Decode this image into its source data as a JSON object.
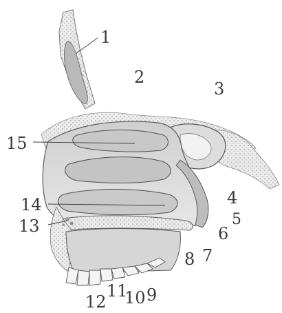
{
  "figure": {
    "labels": [
      {
        "id": "n1",
        "text": "1"
      },
      {
        "id": "n2",
        "text": "2"
      },
      {
        "id": "n3",
        "text": "3"
      },
      {
        "id": "n4",
        "text": "4"
      },
      {
        "id": "n5",
        "text": "5"
      },
      {
        "id": "n6",
        "text": "6"
      },
      {
        "id": "n7",
        "text": "7"
      },
      {
        "id": "n8",
        "text": "8"
      },
      {
        "id": "n9",
        "text": "9"
      },
      {
        "id": "n10",
        "text": "10"
      },
      {
        "id": "n11",
        "text": "11"
      },
      {
        "id": "n12",
        "text": "12"
      },
      {
        "id": "n13",
        "text": "13"
      },
      {
        "id": "n14",
        "text": "14"
      },
      {
        "id": "n15",
        "text": "15"
      }
    ],
    "colors": {
      "ink": "#3a3a3a",
      "tissue": "#d9d9d9",
      "bone_speckle": "#9a9a9a",
      "background": "#ffffff"
    }
  }
}
